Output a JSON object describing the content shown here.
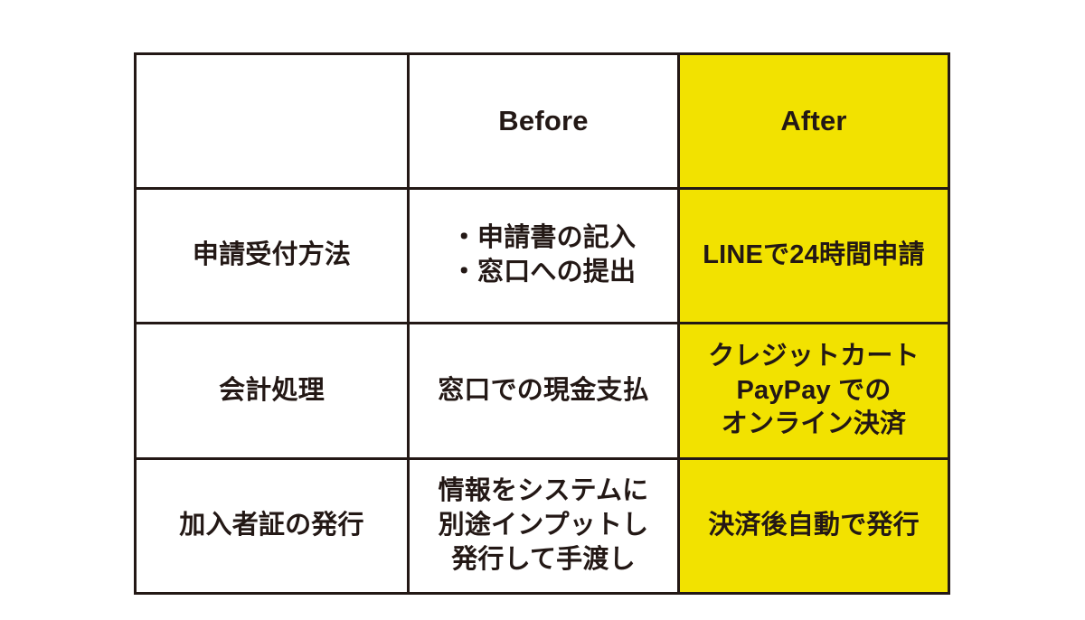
{
  "colors": {
    "page_background": "#FFFFFF",
    "highlight": "#F2E200",
    "border": "#231815",
    "text": "#231815"
  },
  "table": {
    "columns": [
      {
        "key": "label",
        "header": ""
      },
      {
        "key": "before",
        "header": "Before"
      },
      {
        "key": "after",
        "header": "After"
      }
    ],
    "header": {
      "label": "",
      "before": "Before",
      "after": "After"
    },
    "rows": [
      {
        "label": "申請受付方法",
        "before": "・申請書の記入\n・窓口への提出",
        "after": "LINEで24時間申請"
      },
      {
        "label": "会計処理",
        "before": "窓口での現金支払",
        "after": "クレジットカート\nPayPay での\nオンライン決済"
      },
      {
        "label": "加入者証の発行",
        "before": "情報をシステムに\n別途インプットし\n発行して手渡し",
        "after": "決済後自動で発行"
      }
    ]
  }
}
